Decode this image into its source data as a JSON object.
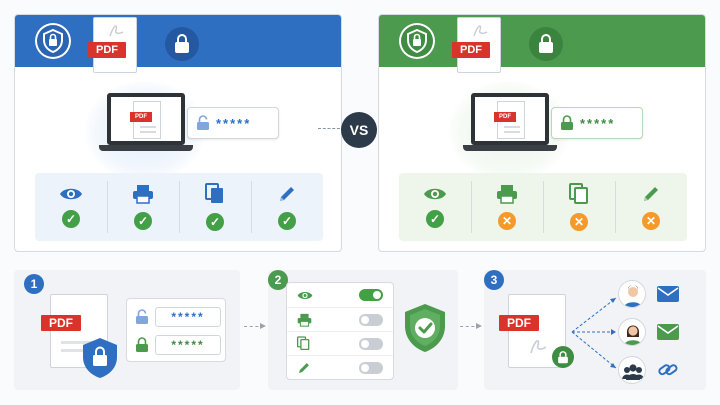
{
  "comparison": {
    "vs_label": "VS",
    "left_panel": {
      "document_label": "PDF",
      "password_mask": "*****",
      "permissions": [
        {
          "icon": "eye-icon",
          "status": "allowed"
        },
        {
          "icon": "printer-icon",
          "status": "allowed"
        },
        {
          "icon": "copy-icon",
          "status": "allowed"
        },
        {
          "icon": "pencil-icon",
          "status": "allowed"
        }
      ]
    },
    "right_panel": {
      "document_label": "PDF",
      "password_mask": "*****",
      "permissions": [
        {
          "icon": "eye-icon",
          "status": "allowed"
        },
        {
          "icon": "printer-icon",
          "status": "denied"
        },
        {
          "icon": "copy-icon",
          "status": "denied"
        },
        {
          "icon": "pencil-icon",
          "status": "denied"
        }
      ]
    }
  },
  "steps": {
    "step1": {
      "number": "1",
      "document_label": "PDF",
      "open_password_mask": "*****",
      "permissions_password_mask": "*****"
    },
    "step2": {
      "number": "2",
      "toggles": [
        {
          "icon": "eye-icon",
          "state": "on"
        },
        {
          "icon": "printer-icon",
          "state": "off"
        },
        {
          "icon": "copy-icon",
          "state": "off"
        },
        {
          "icon": "pencil-icon",
          "state": "off"
        }
      ]
    },
    "step3": {
      "number": "3",
      "document_label": "PDF",
      "recipients": [
        {
          "avatar": "man-avatar-icon",
          "channel": "mail-icon"
        },
        {
          "avatar": "woman-avatar-icon",
          "channel": "mail-icon"
        },
        {
          "avatar": "group-avatar-icon",
          "channel": "link-icon"
        }
      ]
    }
  },
  "colors": {
    "blue": "#2f6fc1",
    "green": "#4b9a4d",
    "allowed": "#43a047",
    "denied": "#f39a2b",
    "pdf_red": "#d8342b"
  }
}
